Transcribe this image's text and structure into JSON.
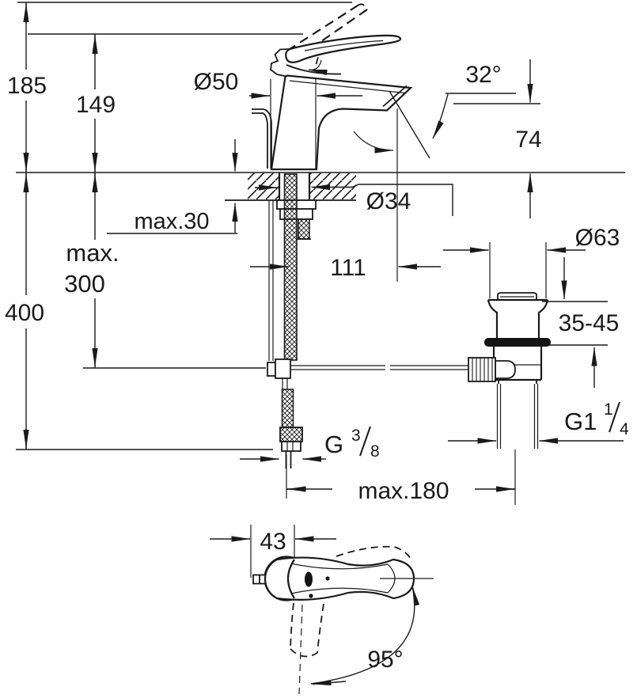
{
  "drawing": {
    "type": "faucet-installation-dimension-diagram",
    "colors": {
      "ink": "#1a1a1a",
      "paper": "#ffffff"
    },
    "dimensions": {
      "height_overall": "185",
      "height_body": "149",
      "base_diameter": "Ø50",
      "spout_angle": "32°",
      "spout_outlet_height": "74",
      "deck_thickness_max": "max.30",
      "hole_diameter": "Ø34",
      "rod_max_word": "max.",
      "rod_max_value": "300",
      "depth_below_deck": "400",
      "spout_projection": "111",
      "waste_flange_diameter": "Ø63",
      "waste_deck_range": "35-45",
      "drain_thread_main": "G1",
      "drain_thread_num": "1",
      "drain_thread_den": "4",
      "hose_thread_main": "G",
      "hose_thread_num": "3",
      "hose_thread_den": "8",
      "hose_reach_max": "max.180",
      "handle_width": "43",
      "handle_swivel_angle": "95°"
    }
  }
}
